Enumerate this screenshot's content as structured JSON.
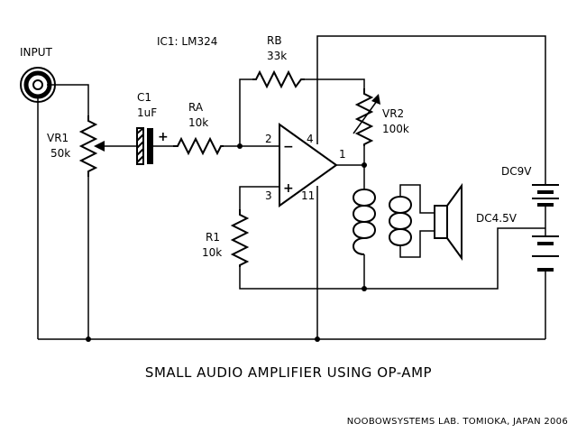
{
  "ic_label": "IC1: LM324",
  "input_label": "INPUT",
  "components": {
    "vr1": {
      "name": "VR1",
      "value": "50k"
    },
    "c1": {
      "name": "C1",
      "value": "1uF",
      "polarity": "+"
    },
    "ra": {
      "name": "RA",
      "value": "10k"
    },
    "rb": {
      "name": "RB",
      "value": "33k"
    },
    "vr2": {
      "name": "VR2",
      "value": "100k"
    },
    "r1": {
      "name": "R1",
      "value": "10k"
    }
  },
  "opamp": {
    "pin_inverting": "2",
    "pin_noninverting": "3",
    "pin_vcc": "4",
    "pin_gnd": "11",
    "pin_out": "1",
    "sign_minus": "−",
    "sign_plus": "+"
  },
  "supply": {
    "dc9v": "DC9V",
    "dc45v": "DC4.5V"
  },
  "title": "SMALL AUDIO AMPLIFIER USING OP-AMP",
  "credit": "NOOBOWSYSTEMS LAB. TOMIOKA, JAPAN 2006"
}
